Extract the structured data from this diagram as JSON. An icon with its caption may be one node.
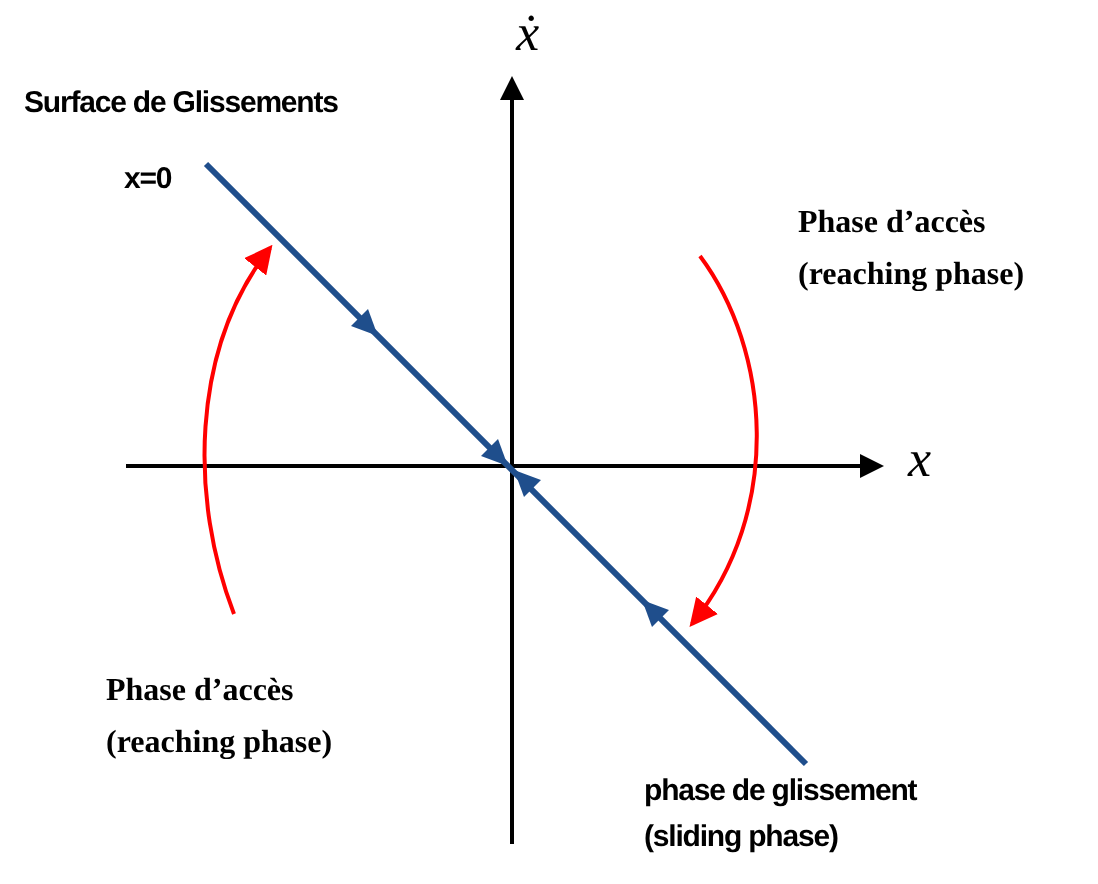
{
  "diagram": {
    "labels": [
      "ẋ",
      "Surface de Glissements",
      "x=0",
      "Phase d’accès (reaching phase)",
      "x",
      "Phase d’accès (reaching phase)",
      "phase de glissement (sliding phase)"
    ]
  }
}
